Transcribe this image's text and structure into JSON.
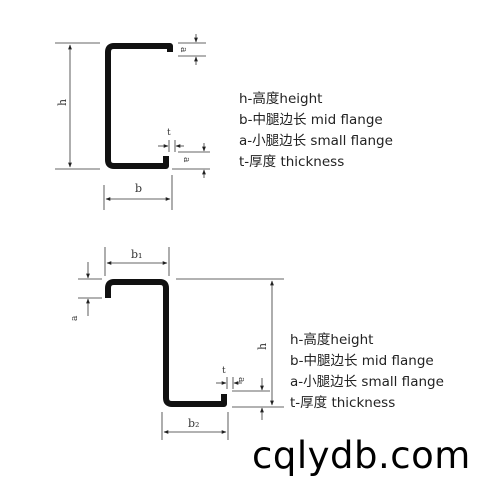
{
  "c_section": {
    "dim_h": "h",
    "dim_b": "b",
    "dim_a_top": "a",
    "dim_a_bottom": "a",
    "dim_t": "t",
    "legend": [
      "h-高度height",
      "b-中腿边长 mid flange",
      "a-小腿边长 small flange",
      "t-厚度 thickness"
    ]
  },
  "z_section": {
    "dim_b1": "b₁",
    "dim_b2": "b₂",
    "dim_h": "h",
    "dim_a_left": "a",
    "dim_a_right": "a",
    "dim_t": "t",
    "legend": [
      "h-高度height",
      "b-中腿边长 mid flange",
      "a-小腿边长 small flange",
      "t-厚度 thickness"
    ]
  },
  "watermark": "cqlydb.com"
}
